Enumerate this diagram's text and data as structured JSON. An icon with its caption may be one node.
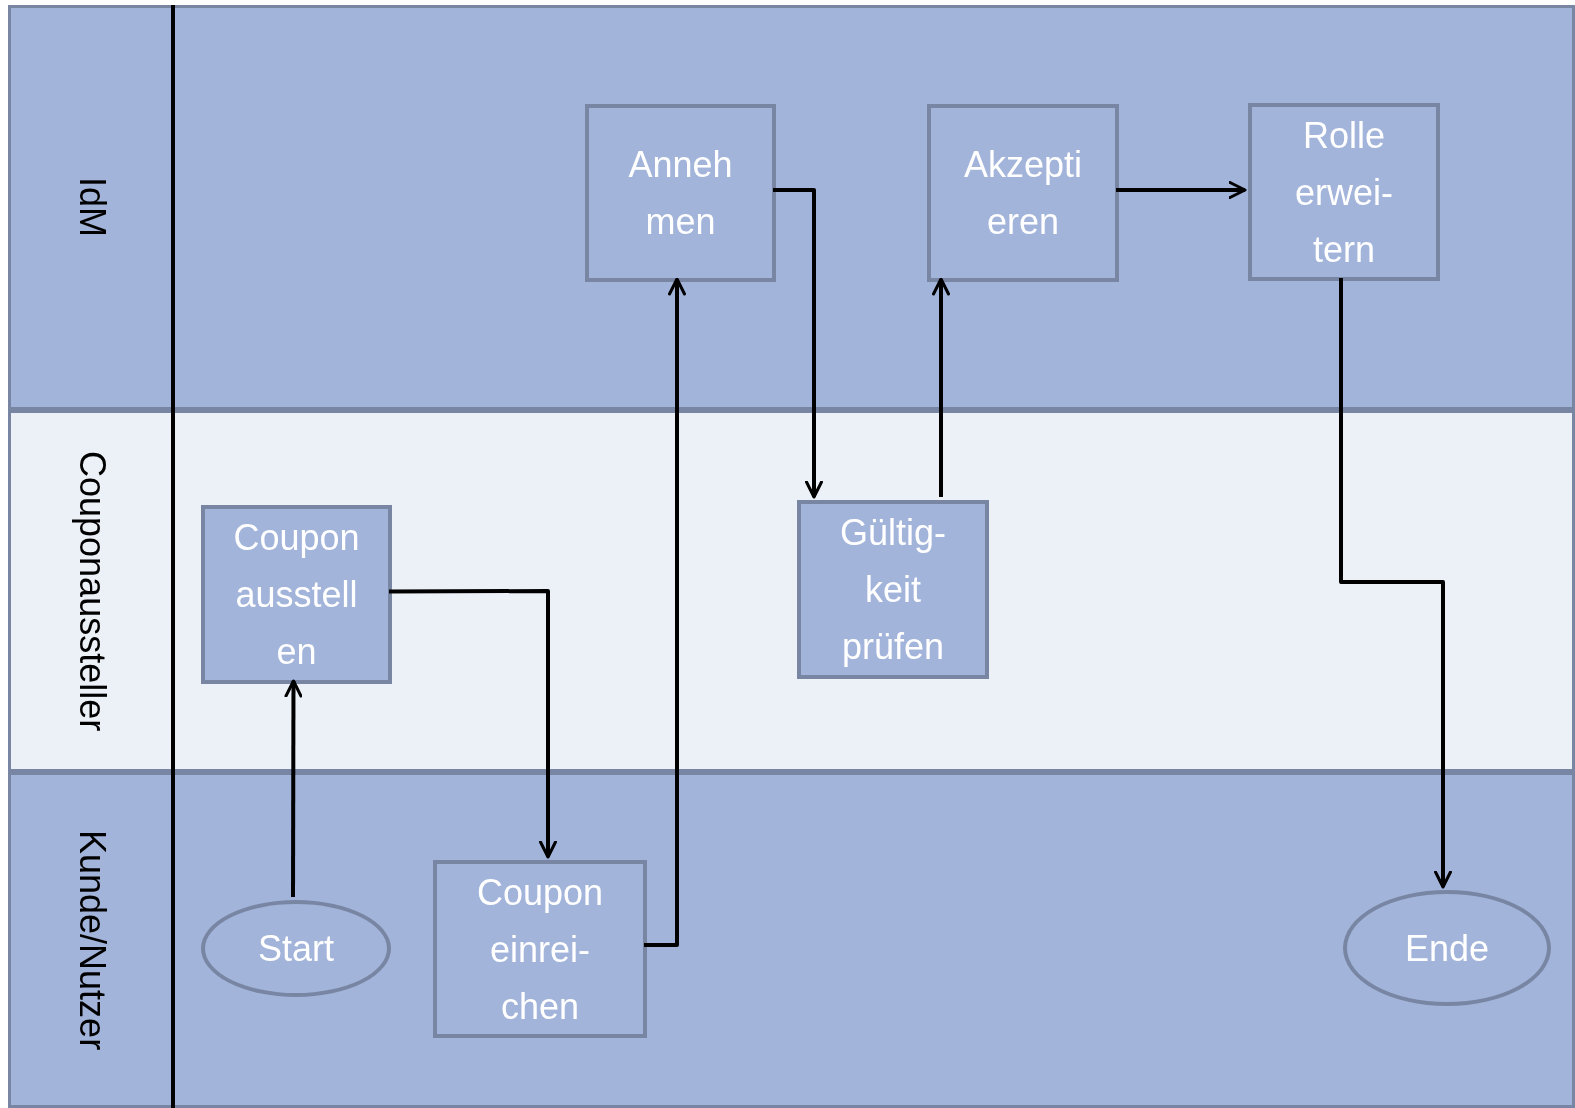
{
  "diagram": {
    "nodes": [
      {
        "text": [
          "IdM"
        ]
      },
      {
        "text": [
          "Couponaussteller"
        ]
      },
      {
        "text": [
          "Kunde/Nutzer"
        ]
      },
      {
        "text": [
          "Anneh men"
        ],
        "in": 0
      },
      {
        "text": [
          "Akzepti eren"
        ],
        "in": 0
      },
      {
        "text": [
          "Rolle erwei- tern"
        ],
        "in": 0
      },
      {
        "text": [
          "Coupon ausstell en"
        ],
        "in": 1
      },
      {
        "text": [
          "Gültig- keit prüfen"
        ],
        "in": 1
      },
      {
        "text": [
          "Start"
        ],
        "in": 2
      },
      {
        "text": [
          "Coupon einrei- chen"
        ],
        "in": 2
      },
      {
        "text": [
          "Ende"
        ],
        "in": 2
      }
    ],
    "edges": [
      {
        "from": 8,
        "to": 6,
        "arrow": "to"
      },
      {
        "from": 6,
        "to": 9,
        "arrow": "to"
      },
      {
        "from": 9,
        "to": 3,
        "arrow": "to"
      },
      {
        "from": 3,
        "to": 7,
        "arrow": "to"
      },
      {
        "from": 7,
        "to": 4,
        "arrow": "to"
      },
      {
        "from": 4,
        "to": 5,
        "arrow": "to"
      },
      {
        "from": 5,
        "to": 10,
        "arrow": "to"
      }
    ]
  }
}
